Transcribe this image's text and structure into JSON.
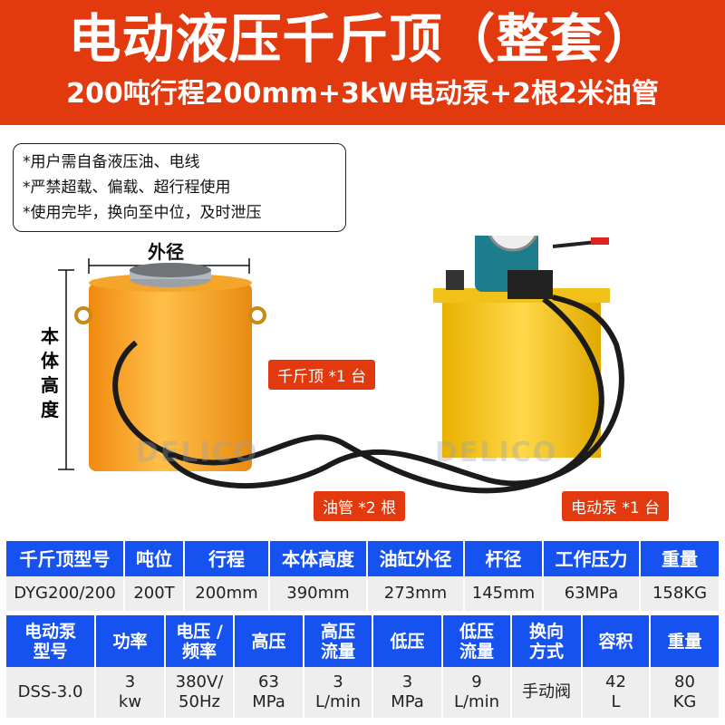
{
  "banner": {
    "title": "电动液压千斤顶（整套）",
    "subtitle": "200吨行程200mm+3kW电动泵+2根2米油管"
  },
  "notes": [
    "*用户需自备液压油、电线",
    "*严禁超载、偏载、超行程使用",
    "*使用完毕，换向至中位，及时泄压"
  ],
  "dimensions": {
    "outer_diameter": "外径",
    "body_height": "本体高度"
  },
  "tags": {
    "jack": "千斤顶 *1 台",
    "hose": "油管 *2 根",
    "pump": "电动泵 *1 台"
  },
  "watermark": "DELICO",
  "jack_table": {
    "headers": [
      "千斤顶型号",
      "吨位",
      "行程",
      "本体高度",
      "油缸外径",
      "杆径",
      "工作压力",
      "重量"
    ],
    "row": [
      "DYG200/200",
      "200T",
      "200mm",
      "390mm",
      "273mm",
      "145mm",
      "63MPa",
      "158KG"
    ]
  },
  "pump_table": {
    "headers": [
      [
        "电动泵",
        "型号"
      ],
      [
        "功率",
        ""
      ],
      [
        "电压 /",
        "频率"
      ],
      [
        "高压",
        ""
      ],
      [
        "高压",
        "流量"
      ],
      [
        "低压",
        ""
      ],
      [
        "低压",
        "流量"
      ],
      [
        "换向",
        "方式"
      ],
      [
        "容积",
        ""
      ],
      [
        "重量",
        ""
      ]
    ],
    "row": [
      [
        "DSS-3.0",
        ""
      ],
      [
        "3",
        "kw"
      ],
      [
        "380V/",
        "50Hz"
      ],
      [
        "63",
        "MPa"
      ],
      [
        "3",
        "L/min"
      ],
      [
        "3",
        "MPa"
      ],
      [
        "9",
        "L/min"
      ],
      [
        "手动阀",
        ""
      ],
      [
        "42",
        "L"
      ],
      [
        "80",
        "KG"
      ]
    ]
  },
  "colors": {
    "banner": "#e2390e",
    "table_header": "#1552ef",
    "table_row": "#eeeeee",
    "jack": "#f7a21b",
    "pump_tank": "#f3c21a",
    "motor": "#1e7d8c"
  }
}
